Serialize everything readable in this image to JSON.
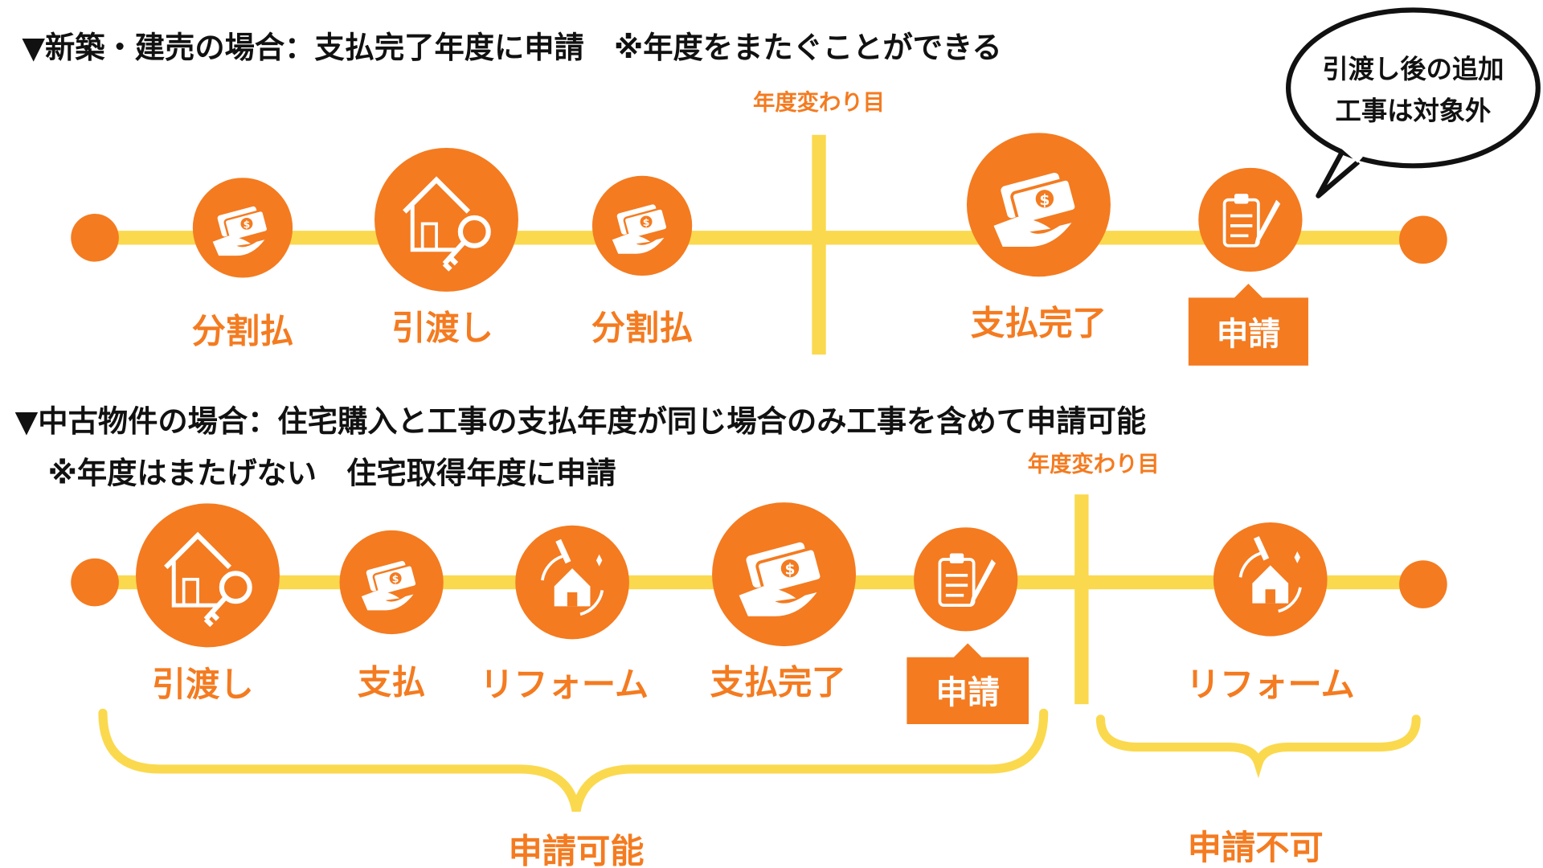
{
  "section1": {
    "title": "▼新築・建売の場合：支払完了年度に申請　※年度をまたぐことができる",
    "year_change_label": "年度変わり目",
    "steps": [
      {
        "label": "分割払",
        "icon": "money-hand-icon"
      },
      {
        "label": "引渡し",
        "icon": "house-key-icon"
      },
      {
        "label": "分割払",
        "icon": "money-hand-icon"
      },
      {
        "label": "支払完了",
        "icon": "money-hand-icon"
      },
      {
        "label": "申請",
        "icon": "clipboard-pen-icon"
      }
    ],
    "bubble": [
      "引渡し後の追加",
      "工事は対象外"
    ]
  },
  "section2": {
    "title": "▼中古物件の場合：住宅購入と工事の支払年度が同じ場合のみ工事を含めて申請可能",
    "subtitle": "※年度はまたげない　住宅取得年度に申請",
    "year_change_label": "年度変わり目",
    "steps": [
      {
        "label": "引渡し",
        "icon": "house-key-icon"
      },
      {
        "label": "支払",
        "icon": "money-hand-icon"
      },
      {
        "label": "リフォーム",
        "icon": "reform-icon"
      },
      {
        "label": "支払完了",
        "icon": "money-hand-icon"
      },
      {
        "label": "申請",
        "icon": "clipboard-pen-icon"
      },
      {
        "label": "リフォーム",
        "icon": "reform-icon"
      }
    ],
    "possible_label": "申請可能",
    "impossible_label": "申請不可"
  },
  "colors": {
    "orange": "#F47B20",
    "yellow": "#FBD94E",
    "text": "#111111"
  }
}
